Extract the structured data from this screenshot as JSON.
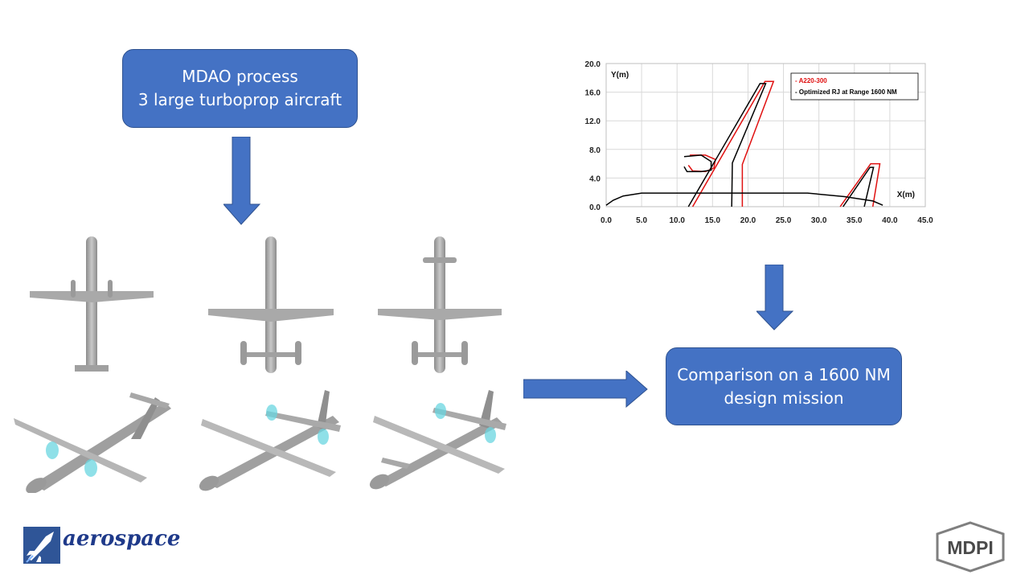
{
  "top_box": {
    "line1": "MDAO process",
    "line2": "3 large turboprop aircraft"
  },
  "result_box": {
    "line1": "Comparison on a 1600 NM",
    "line2": "design mission"
  },
  "brand": {
    "journal": "aerospace",
    "publisher": "MDPI"
  },
  "colors": {
    "box": "#4472c4",
    "arrow": "#4472c4",
    "reference": "#e01010",
    "optimized": "#000000",
    "aircraft": "#a8a8a8",
    "propeller": "#6ad6e0"
  },
  "chart_data": {
    "type": "line",
    "title": "",
    "xlabel": "X(m)",
    "ylabel": "Y(m)",
    "xlim": [
      0,
      45
    ],
    "ylim": [
      0,
      20
    ],
    "xticks": [
      "0.0",
      "5.0",
      "10.0",
      "15.0",
      "20.0",
      "25.0",
      "30.0",
      "35.0",
      "40.0",
      "45.0"
    ],
    "yticks": [
      "0.0",
      "4.0",
      "8.0",
      "12.0",
      "16.0",
      "20.0"
    ],
    "grid": true,
    "legend_position": "top-right",
    "series": [
      {
        "name": "- A220-300",
        "color": "#e01010",
        "paths": [
          [
            [
              12.2,
              0
            ],
            [
              22.4,
              17.5
            ],
            [
              23.6,
              17.5
            ],
            [
              19.2,
              5.9
            ],
            [
              19.2,
              0
            ]
          ],
          [
            [
              11.8,
              7.2
            ],
            [
              14.0,
              7.2
            ],
            [
              15.4,
              6.6
            ],
            [
              15.2,
              5.4
            ],
            [
              14.0,
              4.9
            ],
            [
              12.2,
              5.0
            ],
            [
              11.6,
              5.8
            ]
          ],
          [
            [
              33.0,
              0
            ],
            [
              37.3,
              6.0
            ],
            [
              38.6,
              6.0
            ],
            [
              37.6,
              0
            ]
          ]
        ]
      },
      {
        "name": "- Optimized RJ at Range 1600 NM",
        "color": "#000000",
        "paths": [
          [
            [
              11.6,
              0
            ],
            [
              21.7,
              17.2
            ],
            [
              22.5,
              17.2
            ],
            [
              17.8,
              6.1
            ],
            [
              17.7,
              0
            ]
          ],
          [
            [
              11.0,
              7.0
            ],
            [
              13.4,
              7.2
            ],
            [
              14.8,
              6.3
            ],
            [
              14.8,
              5.1
            ],
            [
              13.4,
              4.9
            ],
            [
              11.4,
              4.9
            ],
            [
              11.0,
              5.6
            ]
          ],
          [
            [
              0.0,
              0.2
            ],
            [
              1.0,
              0.9
            ],
            [
              2.4,
              1.5
            ],
            [
              5.0,
              1.9
            ],
            [
              28.4,
              1.9
            ],
            [
              33.6,
              1.4
            ],
            [
              37.6,
              0.8
            ],
            [
              39.0,
              0.2
            ]
          ],
          [
            [
              33.4,
              0
            ],
            [
              37.2,
              5.5
            ],
            [
              37.7,
              5.5
            ],
            [
              36.4,
              0
            ]
          ]
        ]
      }
    ]
  }
}
